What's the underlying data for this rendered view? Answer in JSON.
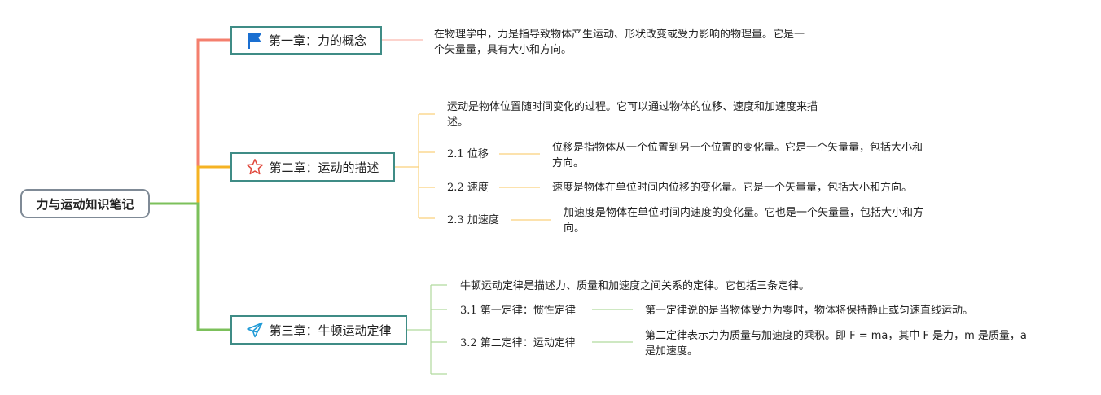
{
  "root": {
    "label": "力与运动知识笔记"
  },
  "colors": {
    "chapter1": "#f47f6e",
    "chapter2": "#f5b324",
    "chapter3": "#7cc05b",
    "node_border": "#3f8c86",
    "root_border": "#7f8a96"
  },
  "chapters": [
    {
      "label": "第一章：力的概念",
      "icon": "flag-icon",
      "description_lines": [
        "在物理学中，力是指导致物体产生运动、形状改变或受力影响的物理量。它是一",
        "个矢量量，具有大小和方向。"
      ]
    },
    {
      "label": "第二章：运动的描述",
      "icon": "star-icon",
      "description_lines": [
        "运动是物体位置随时间变化的过程。它可以通过物体的位移、速度和加速度来描",
        "述。"
      ],
      "sections": [
        {
          "num": "2.1",
          "title": "位移",
          "lines": [
            "位移是指物体从一个位置到另一个位置的变化量。它是一个矢量量，包括大小和",
            "方向。"
          ]
        },
        {
          "num": "2.2",
          "title": "速度",
          "lines": [
            "速度是物体在单位时间内位移的变化量。它是一个矢量量，包括大小和方向。"
          ]
        },
        {
          "num": "2.3",
          "title": "加速度",
          "lines": [
            "加速度是物体在单位时间内速度的变化量。它也是一个矢量量，包括大小和方",
            "向。"
          ]
        }
      ]
    },
    {
      "label": "第三章：牛顿运动定律",
      "icon": "paper-plane-icon",
      "description_lines": [
        "牛顿运动定律是描述力、质量和加速度之间关系的定律。它包括三条定律。"
      ],
      "sections": [
        {
          "num": "3.1",
          "title": "第一定律：惯性定律",
          "lines": [
            "第一定律说的是当物体受力为零时，物体将保持静止或匀速直线运动。"
          ]
        },
        {
          "num": "3.2",
          "title": "第二定律：运动定律",
          "lines": [
            "第二定律表示力为质量与加速度的乘积。即 F = ma，其中 F 是力，m 是质量，a",
            "是加速度。"
          ]
        }
      ]
    }
  ]
}
